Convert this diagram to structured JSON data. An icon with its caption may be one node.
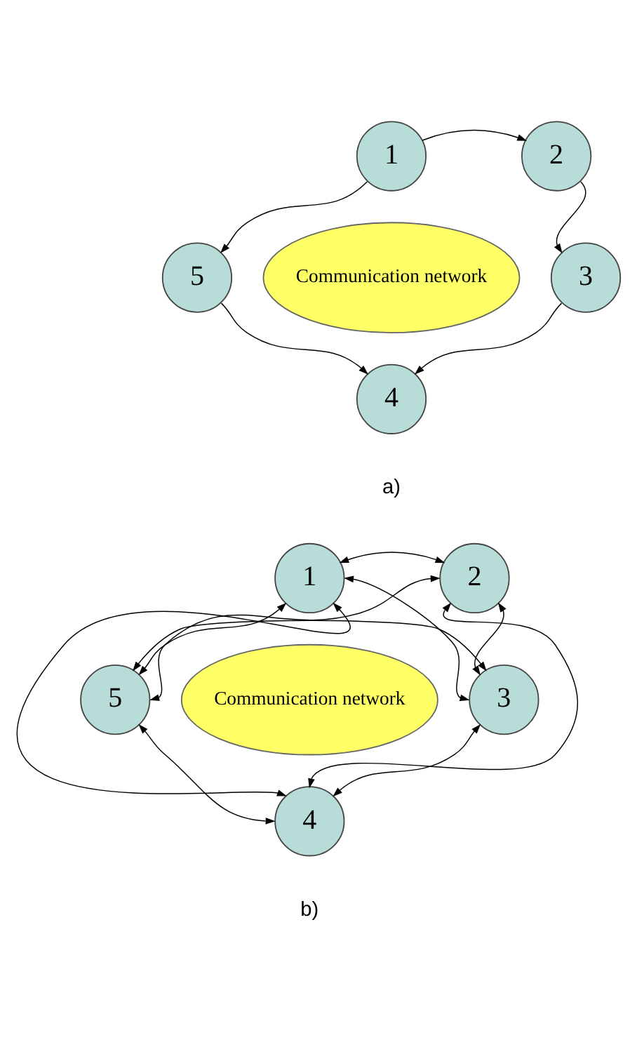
{
  "diagram": {
    "nodes": [
      {
        "text": [
          "Communication network"
        ]
      },
      {
        "text": [
          "1"
        ]
      },
      {
        "text": [
          "2"
        ]
      },
      {
        "text": [
          "3"
        ]
      },
      {
        "text": [
          "4"
        ]
      },
      {
        "text": [
          "5"
        ]
      },
      {
        "text": [
          "Communication network"
        ]
      },
      {
        "text": [
          "1"
        ]
      },
      {
        "text": [
          "2"
        ]
      },
      {
        "text": [
          "3"
        ]
      },
      {
        "text": [
          "4"
        ]
      },
      {
        "text": [
          "5"
        ]
      }
    ],
    "edges": [
      {
        "from": 1,
        "to": 2,
        "arrow": "to"
      },
      {
        "from": 1,
        "to": 5,
        "arrow": "to"
      },
      {
        "from": 2,
        "to": 3,
        "arrow": "to"
      },
      {
        "from": 3,
        "to": 4,
        "arrow": "to"
      },
      {
        "from": 5,
        "to": 4,
        "arrow": "to"
      },
      {
        "from": 7,
        "to": 8,
        "arrow": "both"
      },
      {
        "from": 7,
        "to": 9,
        "arrow": "both"
      },
      {
        "from": 7,
        "to": 10,
        "arrow": "both"
      },
      {
        "from": 7,
        "to": 11,
        "arrow": "both"
      },
      {
        "from": 8,
        "to": 9,
        "arrow": "both"
      },
      {
        "from": 8,
        "to": 10,
        "arrow": "both"
      },
      {
        "from": 8,
        "to": 11,
        "arrow": "both"
      },
      {
        "from": 9,
        "to": 10,
        "arrow": "both"
      },
      {
        "from": 9,
        "to": 11,
        "arrow": "both"
      },
      {
        "from": 11,
        "to": 10,
        "arrow": "both"
      }
    ],
    "labels": [
      "a)",
      "b)"
    ]
  }
}
